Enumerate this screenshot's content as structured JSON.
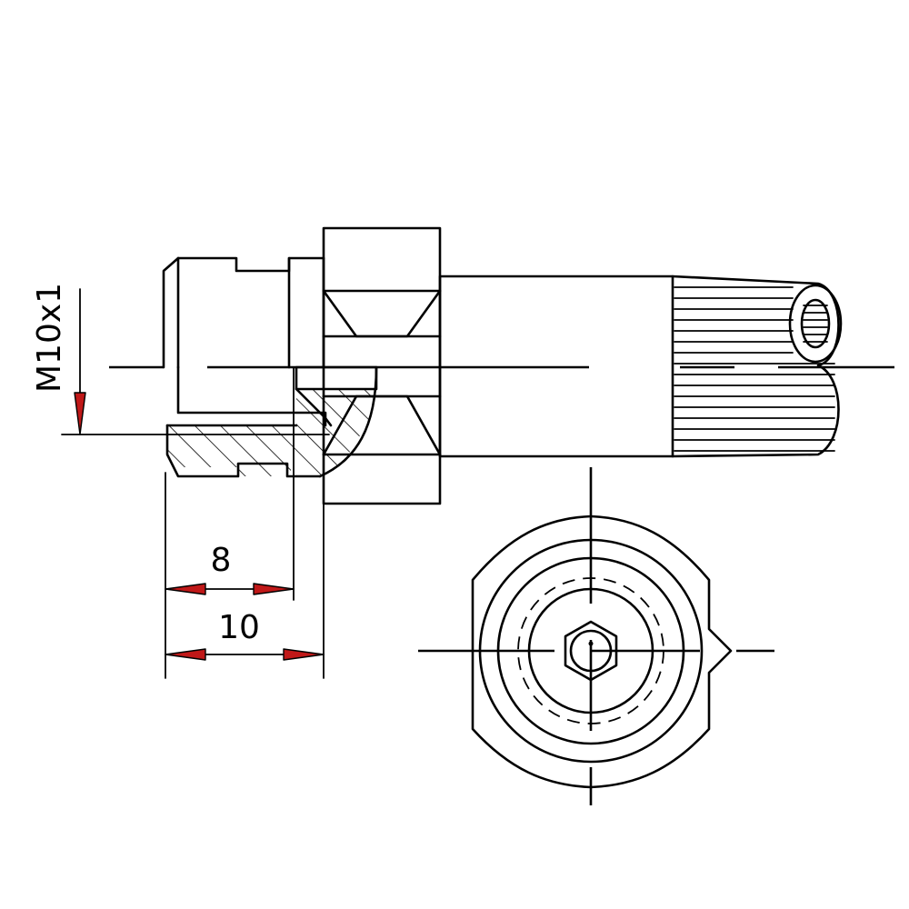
{
  "dimensions": {
    "thread": "M10x1",
    "inner_length": "8",
    "outer_length": "10"
  },
  "colors": {
    "line": "#000000",
    "arrow_fill": "#c01818",
    "background": "#ffffff"
  }
}
